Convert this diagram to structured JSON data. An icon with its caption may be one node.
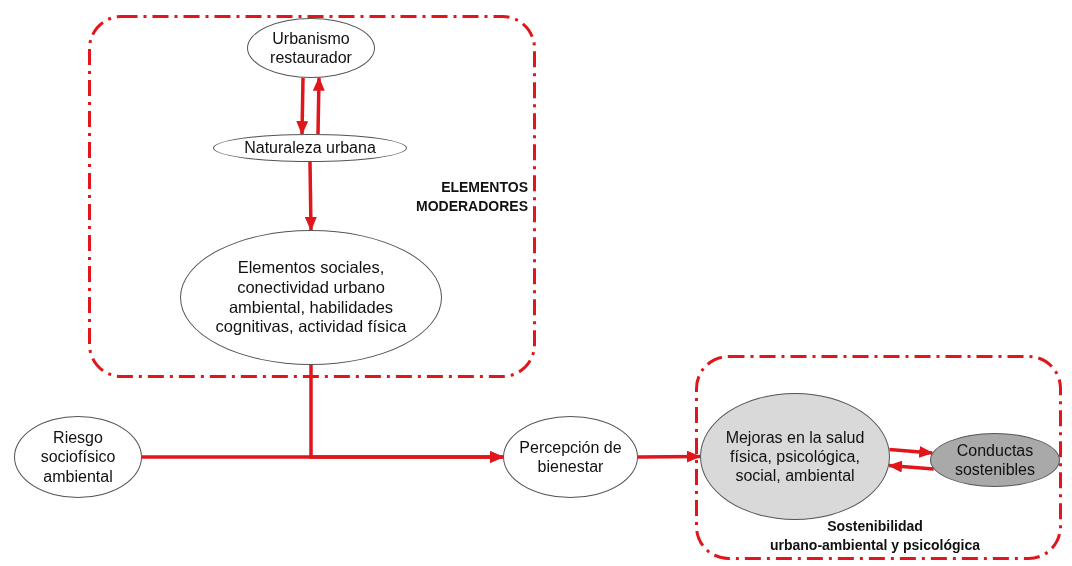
{
  "diagram": {
    "nodes": [
      {
        "text": [
          "ELEMENTOS MODERADORES"
        ]
      },
      {
        "text": [
          "Urbanismo restaurador"
        ],
        "in": 0
      },
      {
        "text": [
          "Naturaleza urbana"
        ],
        "in": 0
      },
      {
        "text": [
          "Elementos sociales, conectividad urbano ambiental, habilidades cognitivas, actividad física"
        ],
        "in": 0
      },
      {
        "text": [
          "Riesgo sociofísico ambiental"
        ]
      },
      {
        "text": [
          "Percepción de bienestar"
        ]
      },
      {
        "text": [
          "Sostenibilidad urbano-ambiental y psicológica"
        ]
      },
      {
        "text": [
          "Mejoras en la salud física, psicológica, social, ambiental"
        ],
        "in": 6
      },
      {
        "text": [
          "Conductas sostenibles"
        ],
        "in": 6
      }
    ],
    "edges": [
      {
        "from": 1,
        "to": 2,
        "arrow": "to"
      },
      {
        "from": 2,
        "to": 1,
        "arrow": "to"
      },
      {
        "from": 2,
        "to": 3,
        "arrow": "to"
      },
      {
        "from": 3,
        "to": 5,
        "arrow": "to"
      },
      {
        "from": 4,
        "to": 5,
        "arrow": "to"
      },
      {
        "from": 5,
        "to": 7,
        "arrow": "to"
      },
      {
        "from": 7,
        "to": 8,
        "arrow": "to"
      },
      {
        "from": 8,
        "to": 7,
        "arrow": "to"
      }
    ]
  }
}
